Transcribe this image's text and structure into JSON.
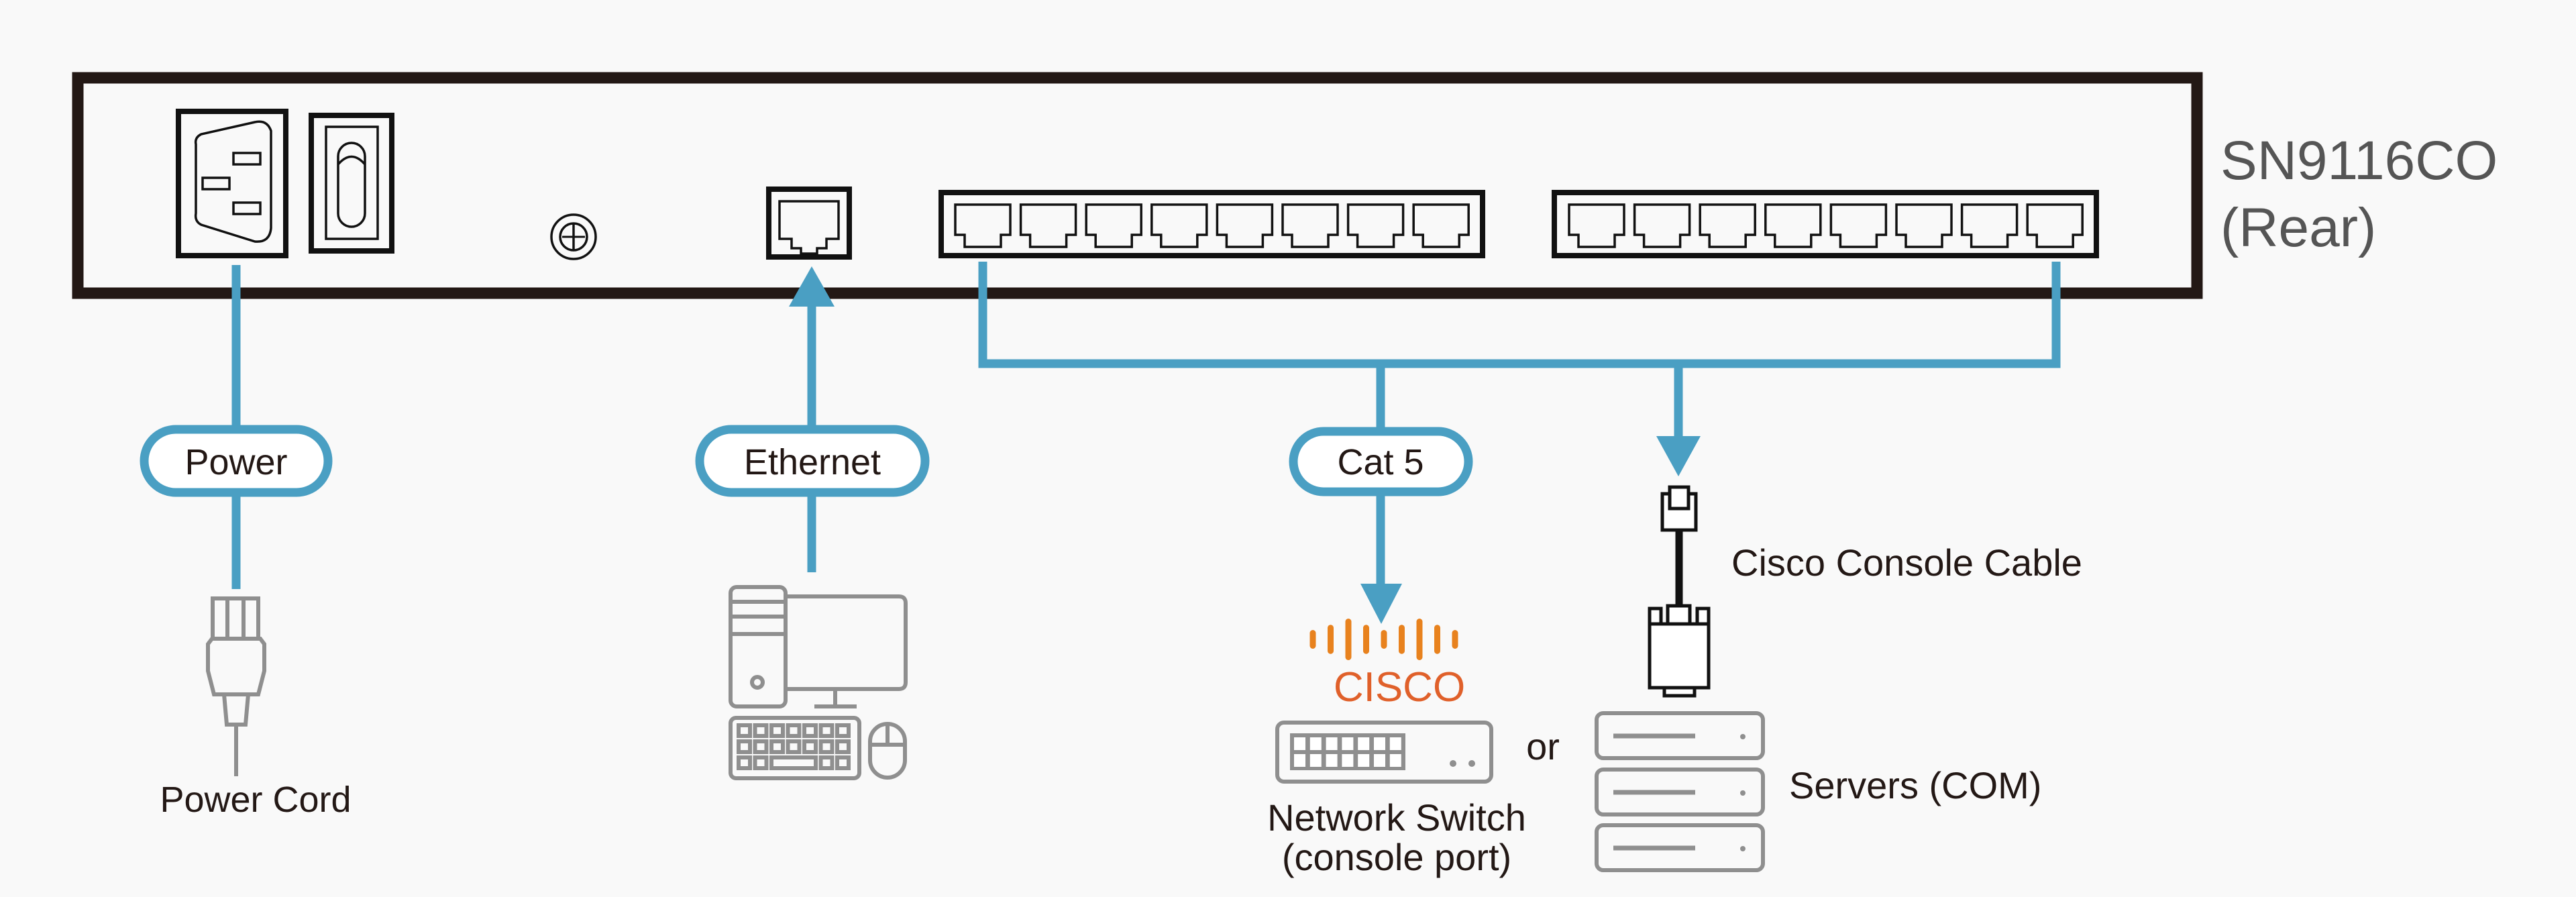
{
  "device": {
    "model": "SN9116CO",
    "view": "(Rear)",
    "rear_panel": {
      "components": [
        "ac-power-inlet",
        "power-switch",
        "grounding-screw",
        "lan-port",
        "serial-port-bank-1",
        "serial-port-bank-2"
      ],
      "port_banks": [
        {
          "ports": 8
        },
        {
          "ports": 8
        }
      ]
    }
  },
  "connections": [
    {
      "label": "Power",
      "target": "Power Cord",
      "direction": "to-device"
    },
    {
      "label": "Ethernet",
      "target": "PC",
      "direction": "from-pc-to-device"
    },
    {
      "label": "Cat 5",
      "target": "Network Switch (console port)",
      "direction": "from-device"
    },
    {
      "label": "",
      "target": "Cisco Console Cable",
      "direction": "from-device"
    }
  ],
  "labels": {
    "power_pill": "Power",
    "ethernet_pill": "Ethernet",
    "cat5_pill": "Cat 5",
    "power_cord": "Power Cord",
    "cisco_logo_text": "CISCO",
    "network_switch_line1": "Network Switch",
    "network_switch_line2": "(console port)",
    "or": "or",
    "cisco_console_cable": "Cisco Console Cable",
    "servers": "Servers (COM)"
  },
  "colors": {
    "cable_blue": "#4a9fc3",
    "chassis_outline": "#231815",
    "icon_gray": "#8f8f8f",
    "cisco_bars": "#e8821e",
    "cisco_text": "#e0602a",
    "model_text": "#555555",
    "label_text": "#231815"
  }
}
